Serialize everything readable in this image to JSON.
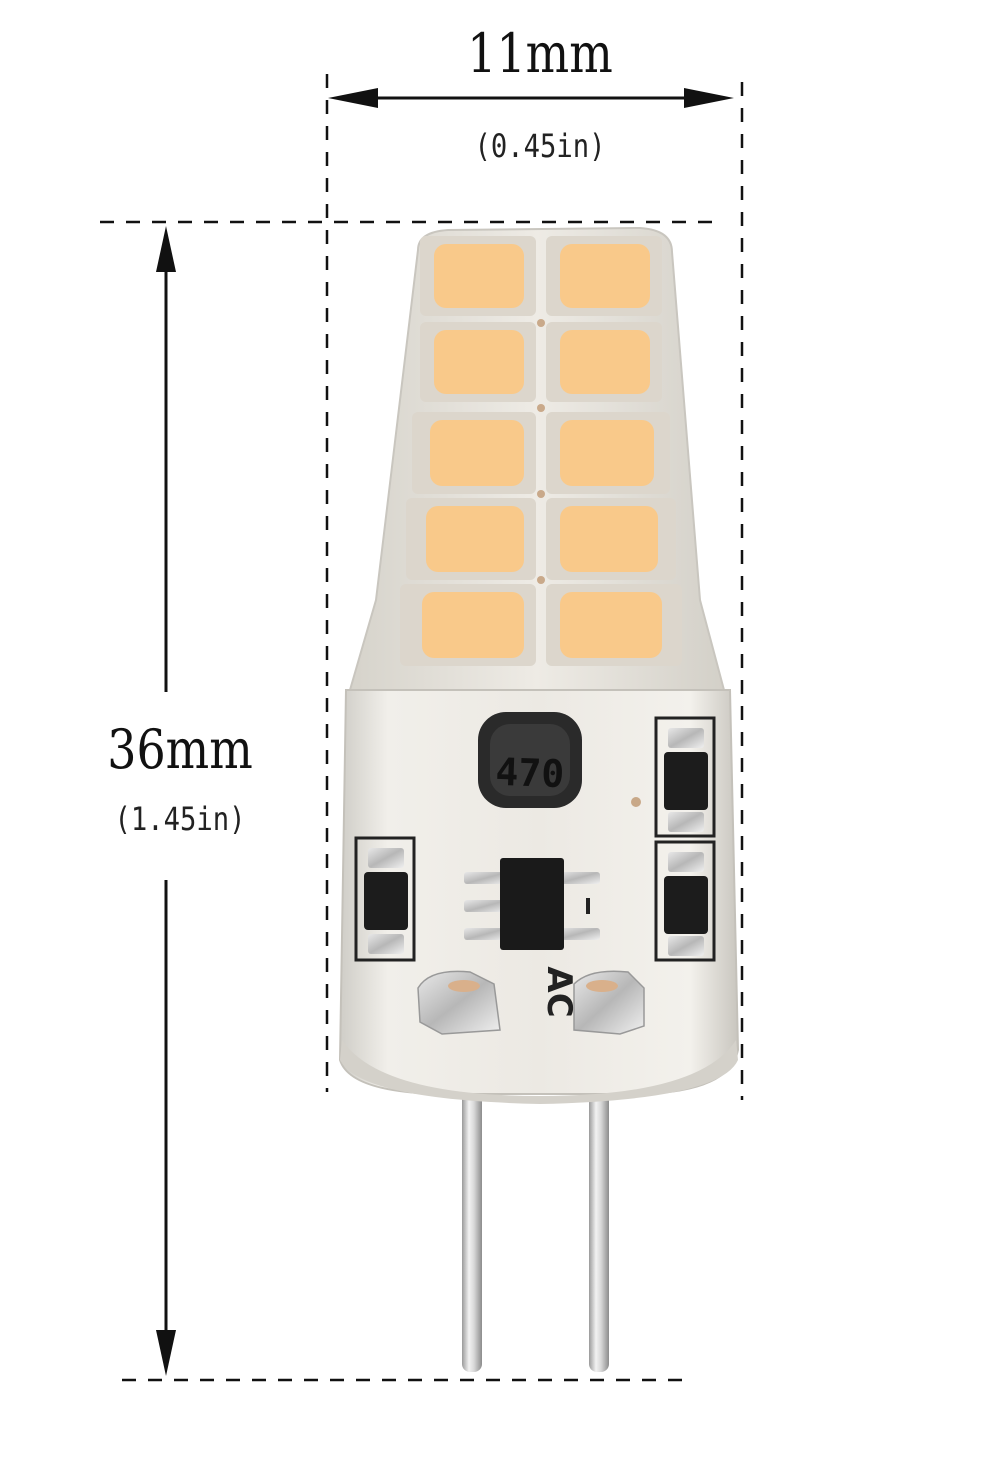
{
  "dimensions": {
    "width": {
      "metric": "11mm",
      "imperial": "(0.45in)"
    },
    "height": {
      "metric": "36mm",
      "imperial": "(1.45in)"
    }
  },
  "product": {
    "inductor_marking": "470",
    "board_marking": "AC",
    "led_count": 10,
    "led_color": "#f9c98a",
    "housing_color": "#ebe9e4",
    "pin_color": "#d8d8d8"
  },
  "colors": {
    "dimension_line": "#111111",
    "background": "#ffffff"
  }
}
